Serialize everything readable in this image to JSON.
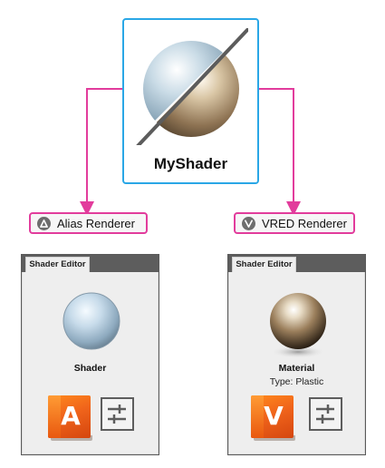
{
  "top_card": {
    "title": "MyShader"
  },
  "renderers": [
    {
      "label": "Alias Renderer",
      "badge_letter": "A"
    },
    {
      "label": "VRED Renderer",
      "badge_letter": "V"
    }
  ],
  "panels": [
    {
      "tab_label": "Shader Editor",
      "item_name": "Shader",
      "item_type": "",
      "app_letter": "A",
      "sphere": "glass-blue"
    },
    {
      "tab_label": "Shader Editor",
      "item_name": "Material",
      "item_type": "Type: Plastic",
      "app_letter": "V",
      "sphere": "metallic-brown"
    }
  ],
  "colors": {
    "card_border": "#2aa7e6",
    "connector": "#e23c9c",
    "app_icon": "#f0641b"
  }
}
